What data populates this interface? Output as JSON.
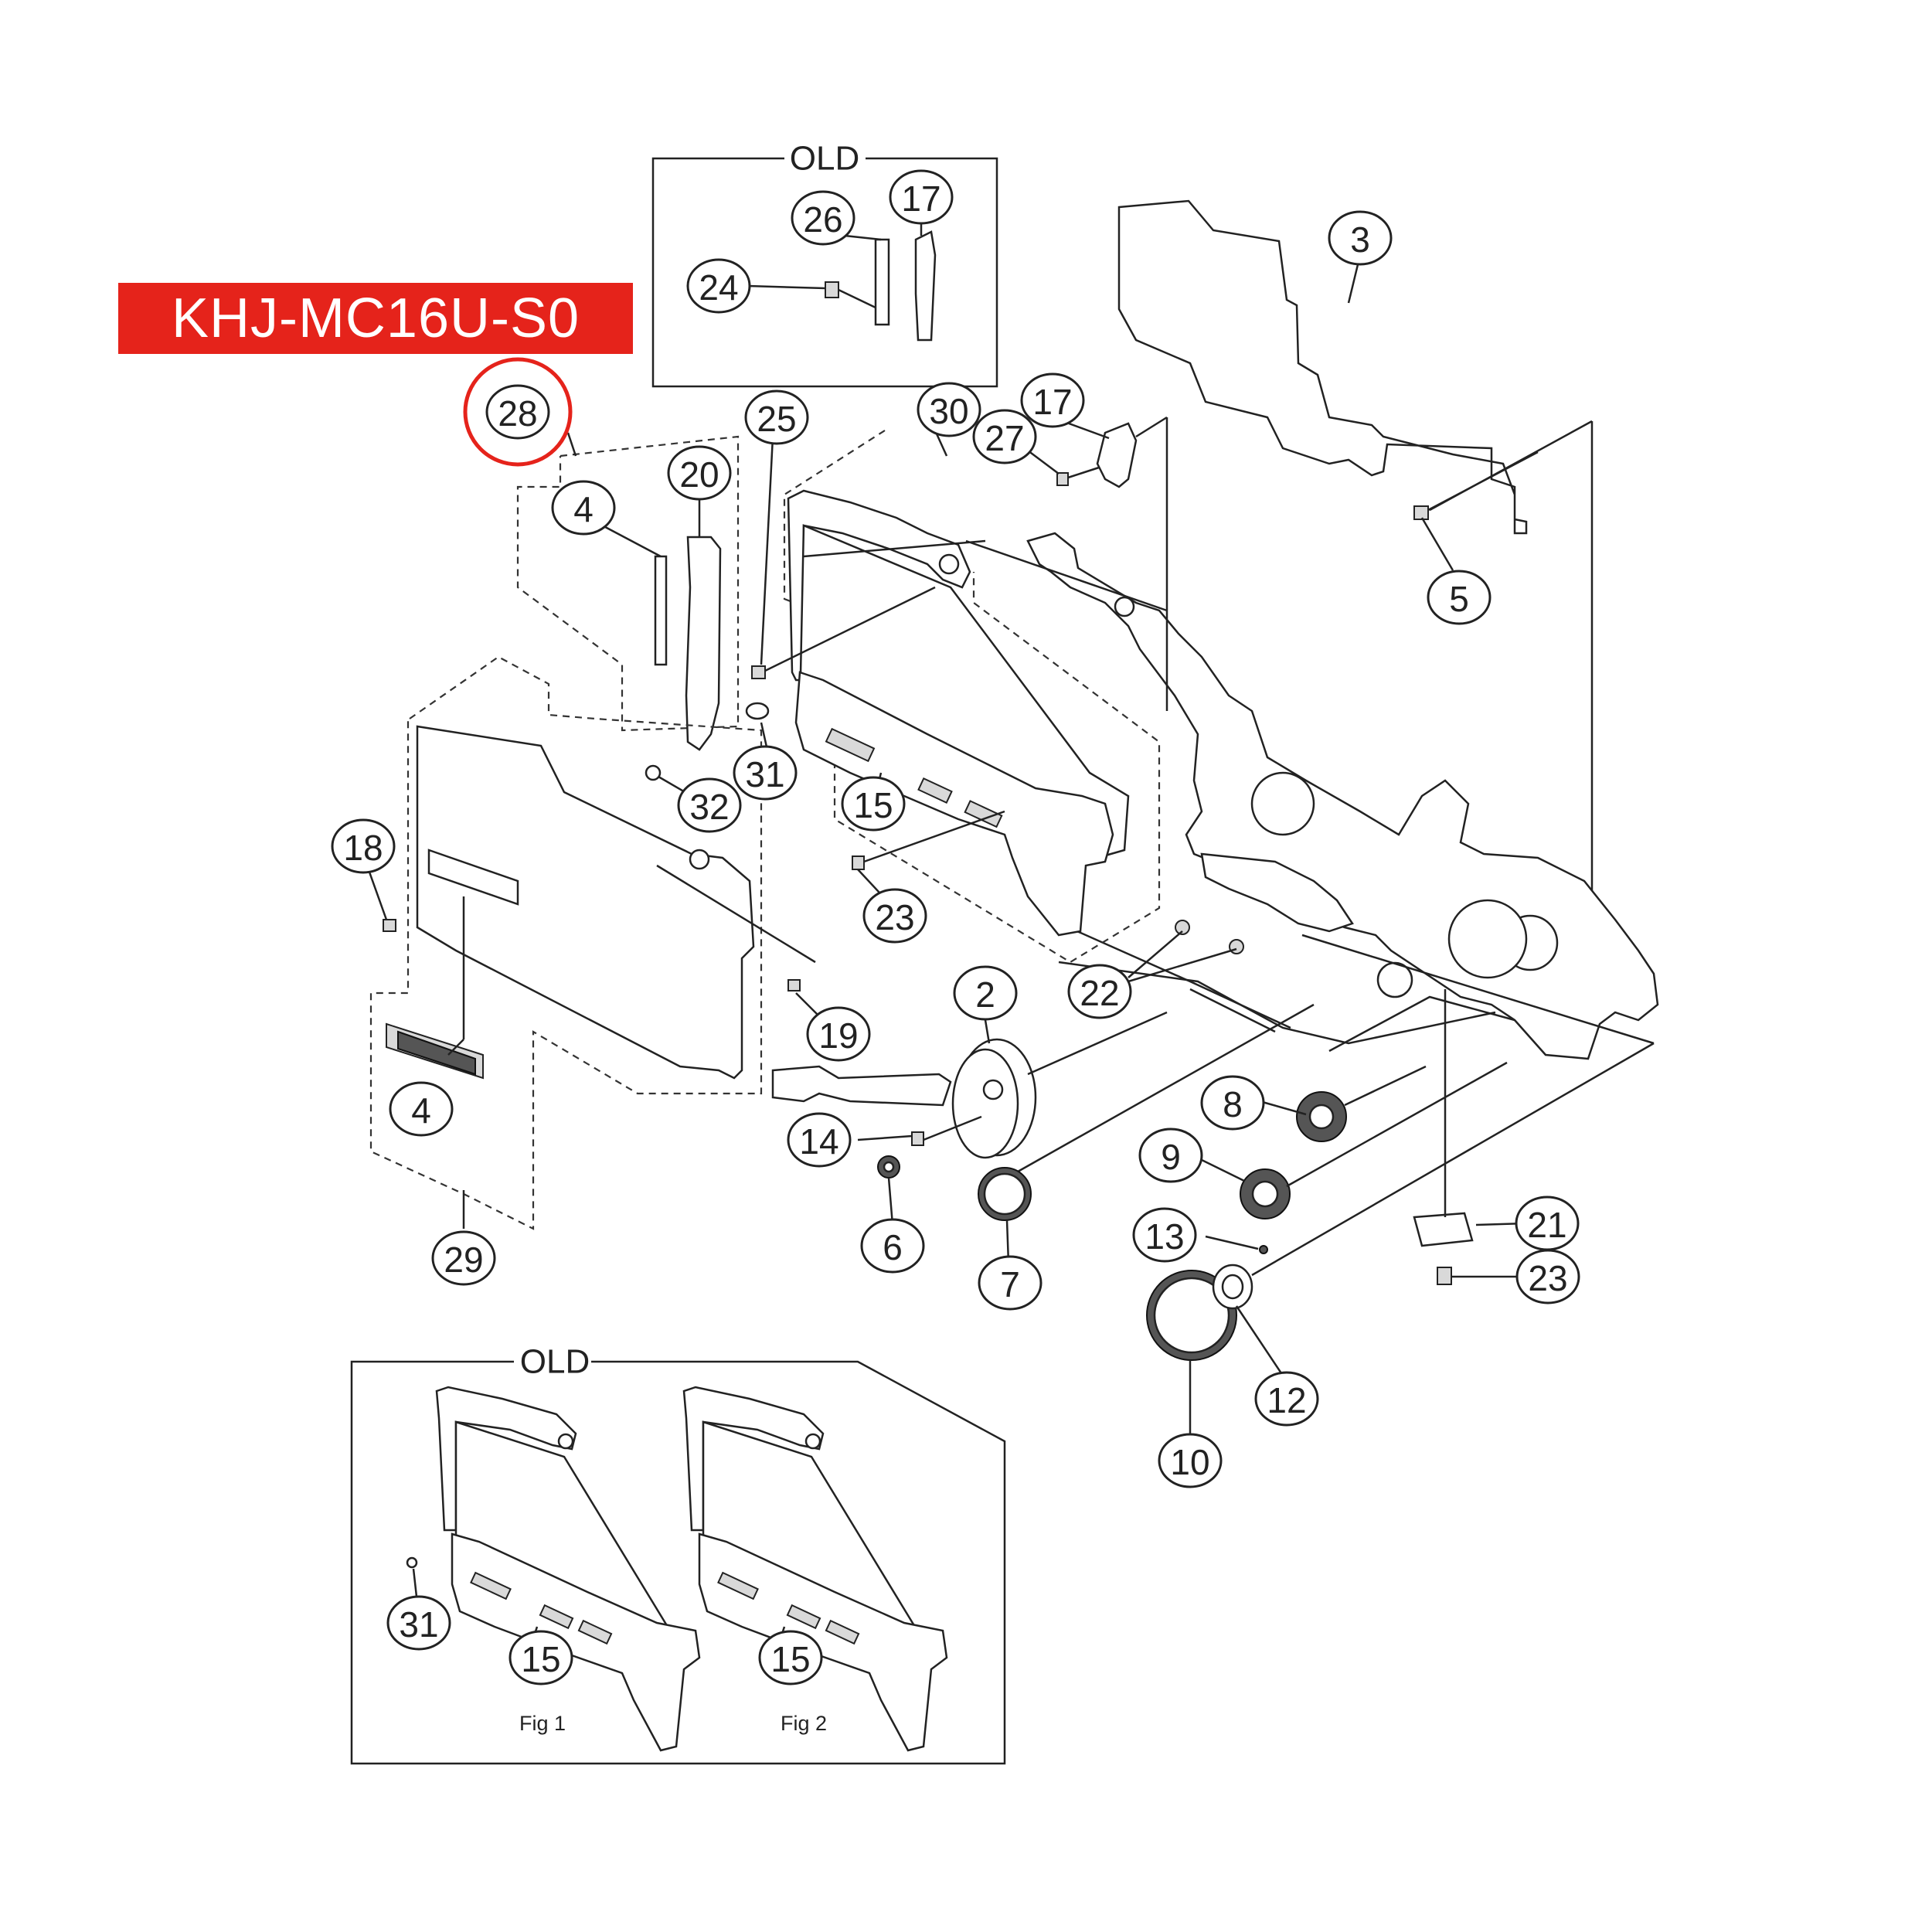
{
  "model_label": "KHJ-MC16U-S0",
  "highlight_color": "#e5231b",
  "old_label": "OLD",
  "figures": [
    "Fig 1",
    "Fig 2"
  ],
  "highlighted_part": "28",
  "part_numbers": {
    "p2": "2",
    "p3": "3",
    "p4a": "4",
    "p4b": "4",
    "p5": "5",
    "p6": "6",
    "p7": "7",
    "p8": "8",
    "p9": "9",
    "p10": "10",
    "p12": "12",
    "p13": "13",
    "p14": "14",
    "p15a": "15",
    "p15b": "15",
    "p15c": "15",
    "p17a": "17",
    "p17b": "17",
    "p18": "18",
    "p19": "19",
    "p20": "20",
    "p21": "21",
    "p22": "22",
    "p23a": "23",
    "p23b": "23",
    "p24": "24",
    "p25": "25",
    "p26": "26",
    "p27": "27",
    "p28": "28",
    "p29": "29",
    "p30": "30",
    "p31a": "31",
    "p31b": "31",
    "p32": "32"
  }
}
